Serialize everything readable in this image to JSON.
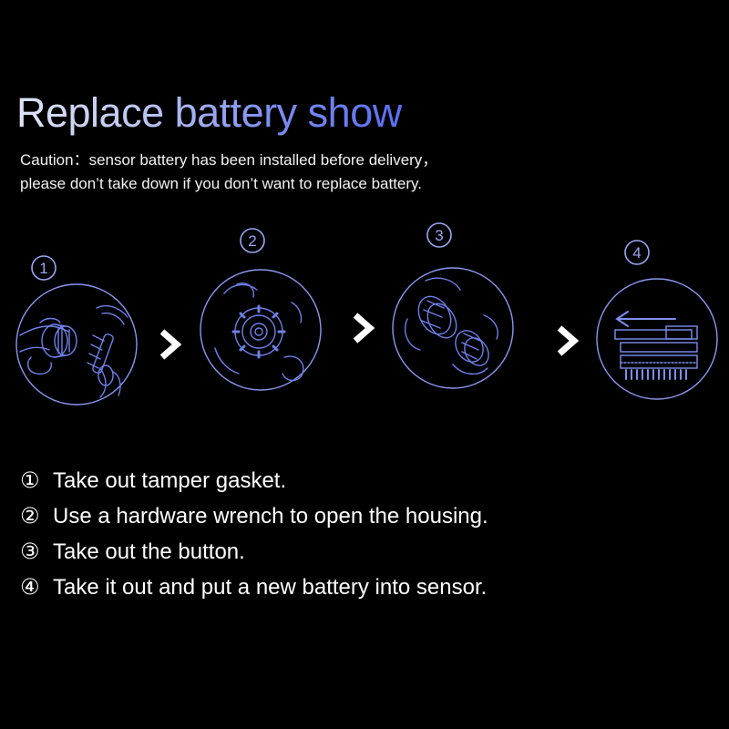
{
  "title": "Replace battery show",
  "caution": {
    "line1": "Caution：sensor battery has been installed before delivery，",
    "line2": "please don’t take down if you don’t want to replace battery."
  },
  "illustrations": [
    {
      "number": "①",
      "icon": "remove-gasket-illustration"
    },
    {
      "number": "②",
      "icon": "wrench-housing-illustration"
    },
    {
      "number": "③",
      "icon": "take-out-button-illustration"
    },
    {
      "number": "④",
      "icon": "insert-battery-illustration"
    }
  ],
  "arrows": [
    "chevron-right-icon",
    "chevron-right-icon",
    "chevron-right-icon"
  ],
  "steps": [
    {
      "mark": "①",
      "text": "Take out tamper gasket."
    },
    {
      "mark": "②",
      "text": "Use a hardware wrench to open the housing."
    },
    {
      "mark": "③",
      "text": "Take out the button."
    },
    {
      "mark": "④",
      "text": "Take it out  and put a new battery into sensor."
    }
  ],
  "colors": {
    "background": "#000000",
    "line_art": "#7f8ff0",
    "text": "#ffffff"
  }
}
